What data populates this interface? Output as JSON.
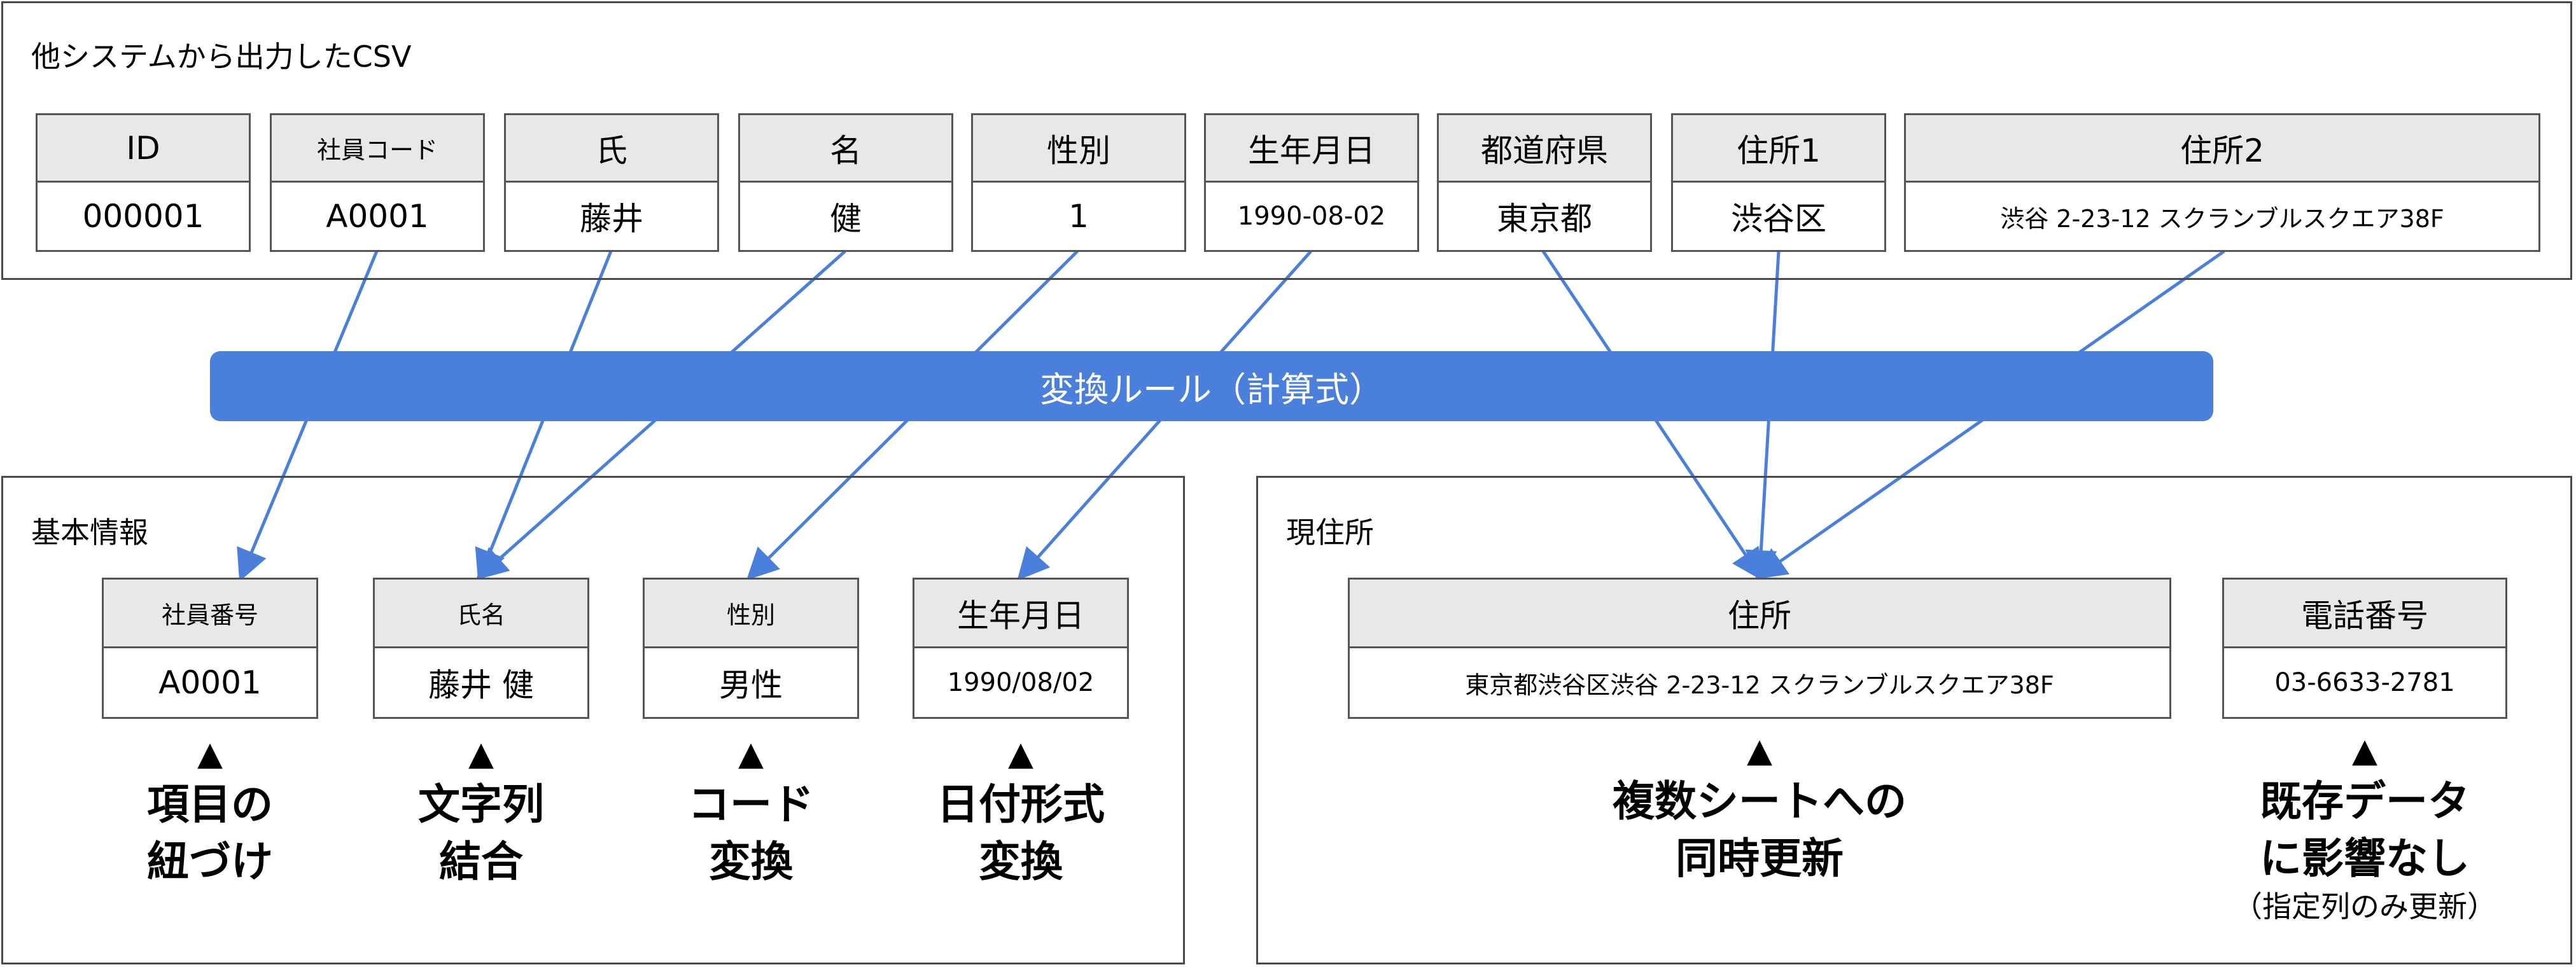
{
  "csv_panel": {
    "title": "他システムから出力したCSV",
    "columns": [
      {
        "header": "ID",
        "value": "000001"
      },
      {
        "header": "社員コード",
        "value": "A0001"
      },
      {
        "header": "氏",
        "value": "藤井"
      },
      {
        "header": "名",
        "value": "健"
      },
      {
        "header": "性別",
        "value": "1"
      },
      {
        "header": "生年月日",
        "value": "1990-08-02"
      },
      {
        "header": "都道府県",
        "value": "東京都"
      },
      {
        "header": "住所1",
        "value": "渋谷区"
      },
      {
        "header": "住所2",
        "value": "渋谷 2-23-12 スクランブルスクエア38F"
      }
    ]
  },
  "rule_bar": {
    "label": "変換ルール（計算式）"
  },
  "basic_panel": {
    "title": "基本情報",
    "fields": [
      {
        "header": "社員番号",
        "value": "A0001",
        "caption": [
          "項目の",
          "紐づけ"
        ]
      },
      {
        "header": "氏名",
        "value": "藤井 健",
        "caption": [
          "文字列",
          "結合"
        ]
      },
      {
        "header": "性別",
        "value": "男性",
        "caption": [
          "コード",
          "変換"
        ]
      },
      {
        "header": "生年月日",
        "value": "1990/08/02",
        "caption": [
          "日付形式",
          "変換"
        ]
      }
    ]
  },
  "address_panel": {
    "title": "現住所",
    "fields": [
      {
        "header": "住所",
        "value": "東京都渋谷区渋谷 2-23-12 スクランブルスクエア38F",
        "caption": [
          "複数シートへの",
          "同時更新"
        ]
      },
      {
        "header": "電話番号",
        "value": "03-6633-2781",
        "caption": [
          "既存データ",
          "に影響なし"
        ],
        "note": "（指定列のみ更新）"
      }
    ]
  },
  "marker": "▲",
  "colors": {
    "accent": "#4a80dc",
    "header_bg": "#e8e8e8",
    "border": "#555555"
  }
}
